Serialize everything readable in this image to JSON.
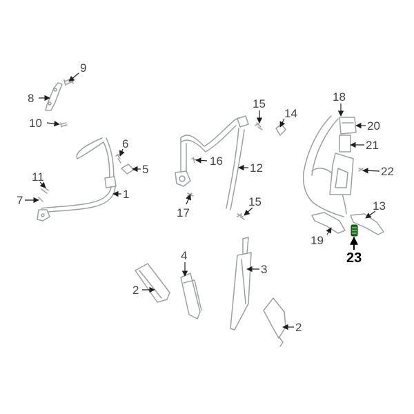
{
  "highlight_color": "#1a6e1a",
  "callouts": {
    "c1": "1",
    "c2a": "2",
    "c2b": "2",
    "c3": "3",
    "c4": "4",
    "c5": "5",
    "c6": "6",
    "c7": "7",
    "c8": "8",
    "c9": "9",
    "c10": "10",
    "c11": "11",
    "c12": "12",
    "c13": "13",
    "c14": "14",
    "c15a": "15",
    "c15b": "15",
    "c16": "16",
    "c17": "17",
    "c18": "18",
    "c19": "19",
    "c20": "20",
    "c21": "21",
    "c22": "22",
    "c23": "23"
  }
}
